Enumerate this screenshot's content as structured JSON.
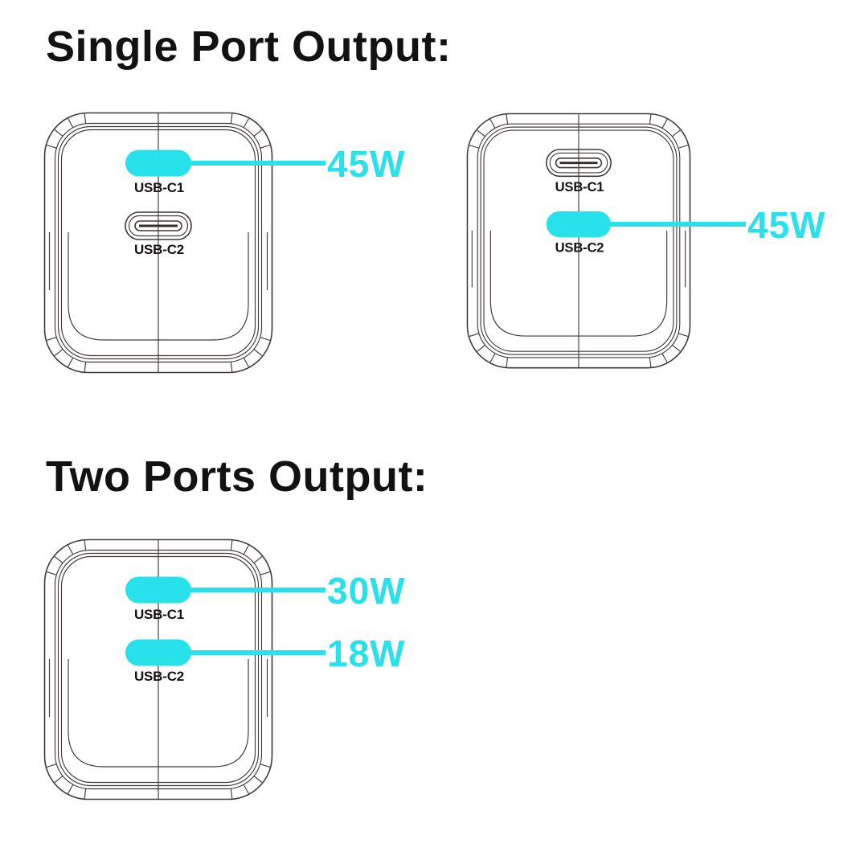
{
  "page": {
    "background": "#ffffff"
  },
  "colors": {
    "accent_cyan": "#28e1eb",
    "line_art": "#423838",
    "heading_text": "#121212",
    "port_label_text": "#181212"
  },
  "sections": [
    {
      "heading": "Single Port Output:",
      "chargers": [
        {
          "name": "charger-usb-c1-active",
          "ports": [
            {
              "label": "USB-C1",
              "highlighted": true,
              "wattage": "45W"
            },
            {
              "label": "USB-C2",
              "highlighted": false
            }
          ]
        },
        {
          "name": "charger-usb-c2-active",
          "ports": [
            {
              "label": "USB-C1",
              "highlighted": false
            },
            {
              "label": "USB-C2",
              "highlighted": true,
              "wattage": "45W"
            }
          ]
        }
      ]
    },
    {
      "heading": "Two Ports Output:",
      "chargers": [
        {
          "name": "charger-both-ports-active",
          "ports": [
            {
              "label": "USB-C1",
              "highlighted": true,
              "wattage": "30W"
            },
            {
              "label": "USB-C2",
              "highlighted": true,
              "wattage": "18W"
            }
          ]
        }
      ]
    }
  ]
}
